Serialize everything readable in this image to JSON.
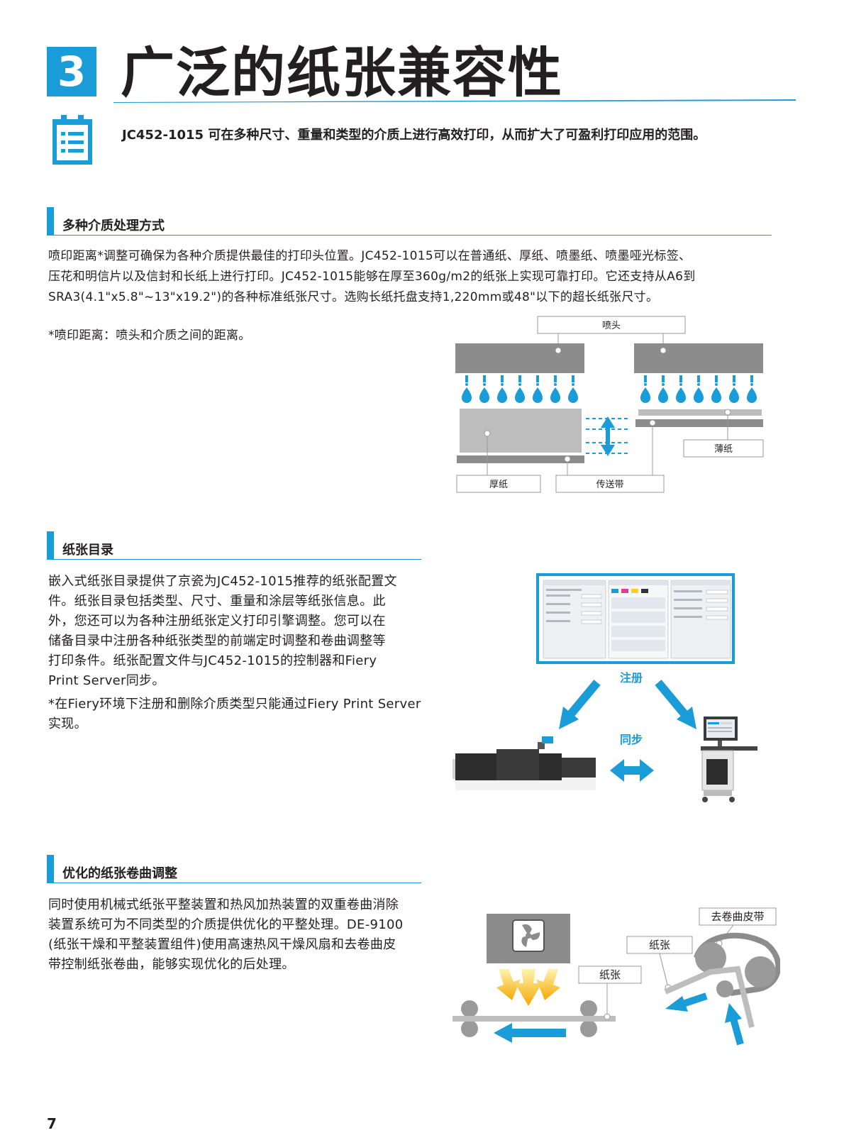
{
  "header": {
    "number": "3",
    "title": "广泛的纸张兼容性",
    "subtitle": "JC452-1015 可在多种尺寸、重量和类型的介质上进行高效打印，从而扩大了可盈利打印应用的范围。"
  },
  "section1": {
    "heading": "多种介质处理方式",
    "lines": [
      "喷印距离*调整可确保为各种介质提供最佳的打印头位置。JC452-1015可以在普通纸、厚纸、喷墨纸、喷墨哑光标签、",
      "压花和明信片以及信封和长纸上进行打印。JC452-1015能够在厚至360g/m2的纸张上实现可靠打印。它还支持从A6到",
      "SRA3(4.1\"x5.8\"~13\"x19.2\")的各种标准纸张尺寸。选购长纸托盘支持1,220mm或48\"以下的超长纸张尺寸。"
    ],
    "note": "*喷印距离：喷头和介质之间的距离。",
    "diagram": {
      "head_label": "喷头",
      "thin_label": "薄纸",
      "thick_label": "厚纸",
      "belt_label": "传送带"
    }
  },
  "section2": {
    "heading": "纸张目录",
    "lines": [
      "嵌入式纸张目录提供了京瓷为JC452-1015推荐的纸张配置文",
      "件。纸张目录包括类型、尺寸、重量和涂层等纸张信息。此",
      "外，您还可以为各种注册纸张定义打印引擎调整。您可以在",
      "储备目录中注册各种纸张类型的前端定时调整和卷曲调整等",
      "打印条件。纸张配置文件与JC452-1015的控制器和Fiery",
      "Print Server同步。"
    ],
    "note_lines": [
      "*在Fiery环境下注册和删除介质类型只能通过Fiery Print Server",
      "实现。"
    ],
    "diagram": {
      "register_label": "注册",
      "sync_label": "同步"
    }
  },
  "section3": {
    "heading": "优化的纸张卷曲调整",
    "lines": [
      "同时使用机械式纸张平整装置和热风加热装置的双重卷曲消除",
      "装置系统可为不同类型的介质提供优化的平整处理。DE-9100",
      "(纸张干燥和平整装置组件)使用高速热风干燥风扇和去卷曲皮",
      "带控制纸张卷曲，能够实现优化的后处理。"
    ],
    "diagram": {
      "decurl_belt_label": "去卷曲皮带",
      "paper_label_right": "纸张",
      "paper_label_left": "纸张"
    }
  },
  "footer": {
    "page_number": "7"
  },
  "colors": {
    "accent": "#1a9cd8",
    "text": "#231f20",
    "gray_dark": "#8c8c8c",
    "gray_light": "#bdbdbd"
  }
}
